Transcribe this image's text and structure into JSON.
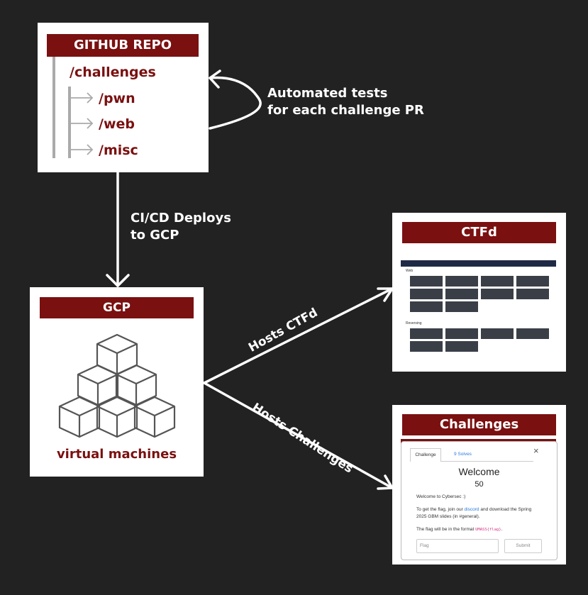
{
  "github": {
    "title": "GITHUB REPO",
    "root": "/challenges",
    "children": [
      "/pwn",
      "/web",
      "/misc"
    ]
  },
  "automated_label_1": "Automated tests",
  "automated_label_2": "for each challenge PR",
  "cicd_label_1": "CI/CD Deploys",
  "cicd_label_2": "to GCP",
  "gcp": {
    "title": "GCP",
    "caption": "virtual machines"
  },
  "hosts_ctfd": "Hosts CTFd",
  "hosts_challenges": "Hosts Challenges",
  "ctfd": {
    "title": "CTFd",
    "category_web": "Web",
    "category_reversing": "Reversing"
  },
  "challenges": {
    "title": "Challenges",
    "tab_challenge": "Challenge",
    "tab_solves": "9 Solves",
    "challenge_name": "Welcome",
    "points": "50",
    "line1": "Welcome to Cybersec :)",
    "line2_pre": "To get the flag, join our ",
    "line2_link": "discord",
    "line2_post": " and download the Spring",
    "line3": "2025 GBM slides (in #general).",
    "line4_pre": "The flag will be in the format ",
    "line4_code": "UMASS{flag}",
    "line4_post": ".",
    "flag_placeholder": "Flag",
    "submit_label": "Submit",
    "close_icon": "×"
  },
  "colors": {
    "background": "#222222",
    "accent": "#7a1010",
    "panel": "#ffffff"
  }
}
